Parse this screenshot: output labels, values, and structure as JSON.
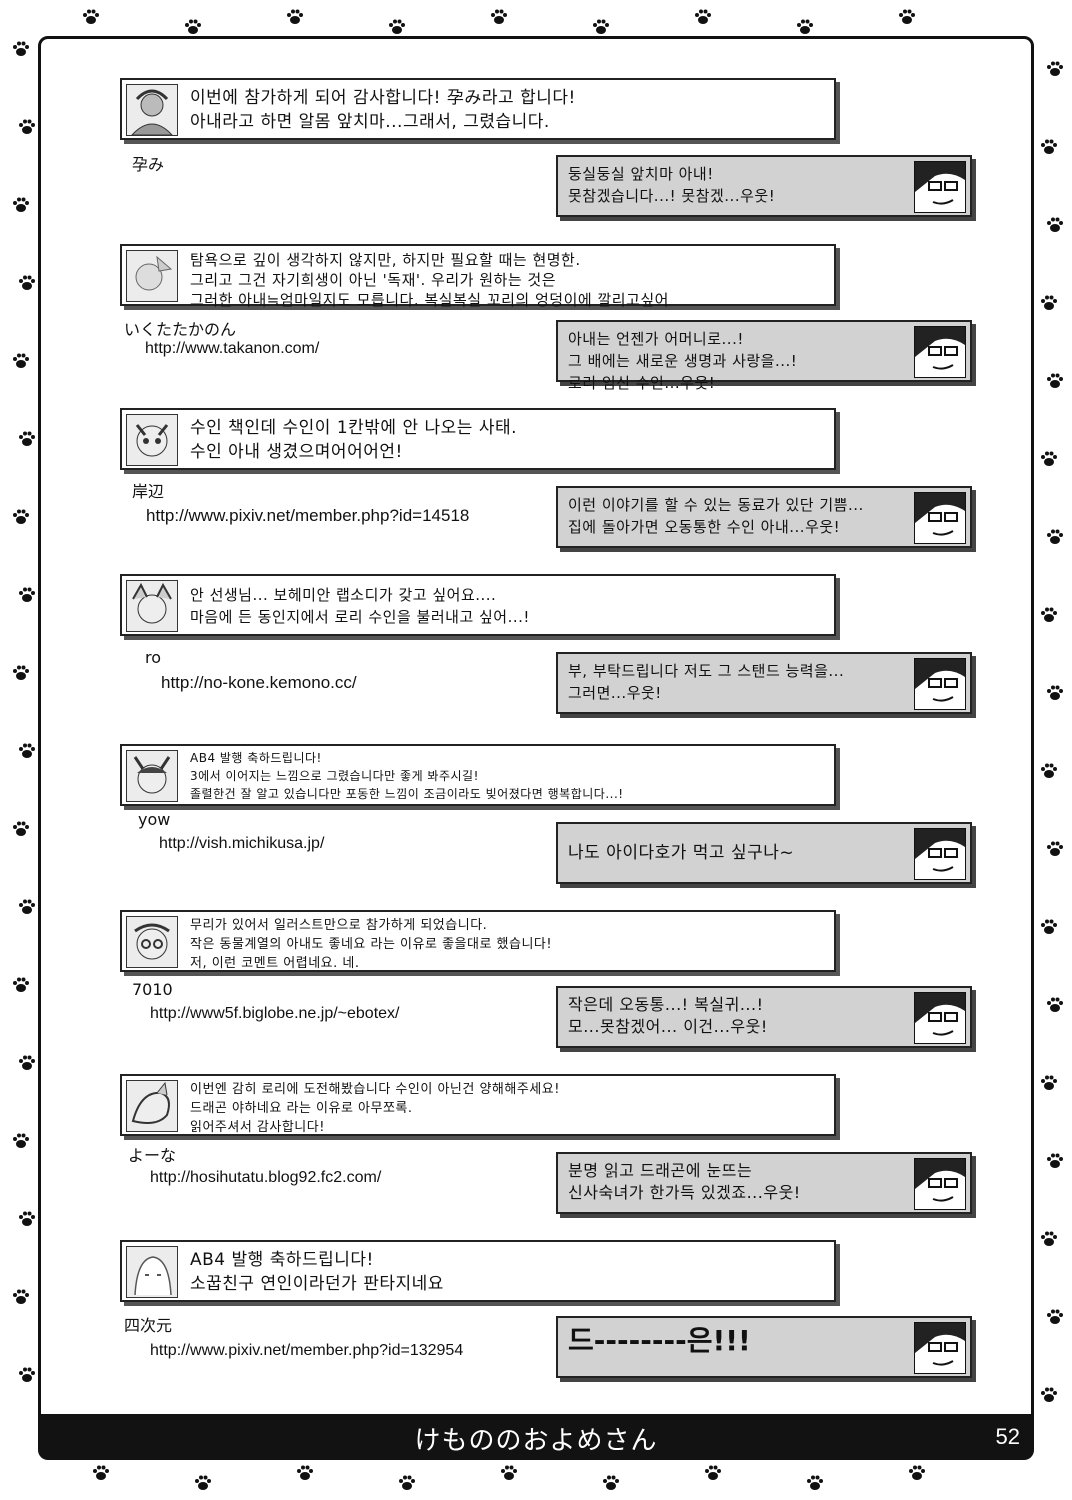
{
  "footer": {
    "title": "けもののおよめさん",
    "page_number": "52"
  },
  "avatars": {
    "artist_icon": "artist-portrait-icon",
    "editor_icon": "editor-portrait-icon"
  },
  "entries": [
    {
      "name": "孕み",
      "url": "",
      "comment": "이번에 참가하게 되어 감사합니다! 孕み라고 합니다!\n아내라고 하면 알몸 앞치마...그래서, 그렸습니다.",
      "reply": "둥실둥실 앞치마 아내!\n못참겠습니다...! 못참겠...우웃!"
    },
    {
      "name": "いくたたかのん",
      "url": "http://www.takanon.com/",
      "comment": "탐욕으로 깊이 생각하지 않지만, 하지만 필요할 때는 현명한.\n그리고 그건 자기희생이 아닌 '독재'. 우리가 원하는 것은\n그러한 아내≒엄마일지도 모릅니다. 복실복실 꼬리의 엉덩이에 깔리고싶어",
      "reply": "아내는 언젠가 어머니로...!\n그 배에는 새로운 생명과 사랑을...!\n로리 임신 수인...우웃!"
    },
    {
      "name": "岸辺",
      "url": "http://www.pixiv.net/member.php?id=14518",
      "comment": "수인 책인데 수인이 1칸밖에 안 나오는 사태.\n수인 아내 생겼으며어어어언!",
      "reply": "이런 이야기를 할 수 있는 동료가 있단 기쁨...\n집에 돌아가면 오동통한 수인 아내...우웃!"
    },
    {
      "name": "ro",
      "url": "http://no-kone.kemono.cc/",
      "comment": "안 선생님... 보헤미안 랩소디가 갖고 싶어요....\n마음에 든 동인지에서 로리 수인을 불러내고 싶어...!",
      "reply": "부, 부탁드립니다 저도 그 스탠드 능력을...\n그러면...우웃!"
    },
    {
      "name": "yow",
      "url": "http://vish.michikusa.jp/",
      "comment": "AB4 발행 축하드립니다!\n3에서 이어지는 느낌으로 그렸습니다만 좋게 봐주시길!\n졸렬한건 잘 알고 있습니다만 포동한 느낌이 조금이라도 빚어졌다면 행복합니다...!",
      "reply": "나도 아이다호가 먹고 싶구나~"
    },
    {
      "name": "7010",
      "url": "http://www5f.biglobe.ne.jp/~ebotex/",
      "comment": "무리가 있어서 일러스트만으로 참가하게 되었습니다.\n작은 동물계열의 아내도 좋네요 라는 이유로 좋을대로 했습니다!\n저, 이런 코멘트 어렵네요. 네.",
      "reply": "작은데 오동통...! 복실귀...!\n모...못참겠어... 이건...우웃!"
    },
    {
      "name": "よーな",
      "url": "http://hosihutatu.blog92.fc2.com/",
      "comment": "이번엔 감히 로리에 도전해봤습니다 수인이 아닌건 양해해주세요!\n드래곤 야하네요 라는 이유로 아무쪼록.\n읽어주셔서 감사합니다!",
      "reply": "분명 읽고 드래곤에 눈뜨는\n신사숙녀가 한가득 있겠죠...우웃!"
    },
    {
      "name": "四次元",
      "url": "http://www.pixiv.net/member.php?id=132954",
      "comment": "AB4 발행 축하드립니다!\n소꿉친구 연인이라던가 판타지네요",
      "reply": "드--------은!!!"
    }
  ]
}
